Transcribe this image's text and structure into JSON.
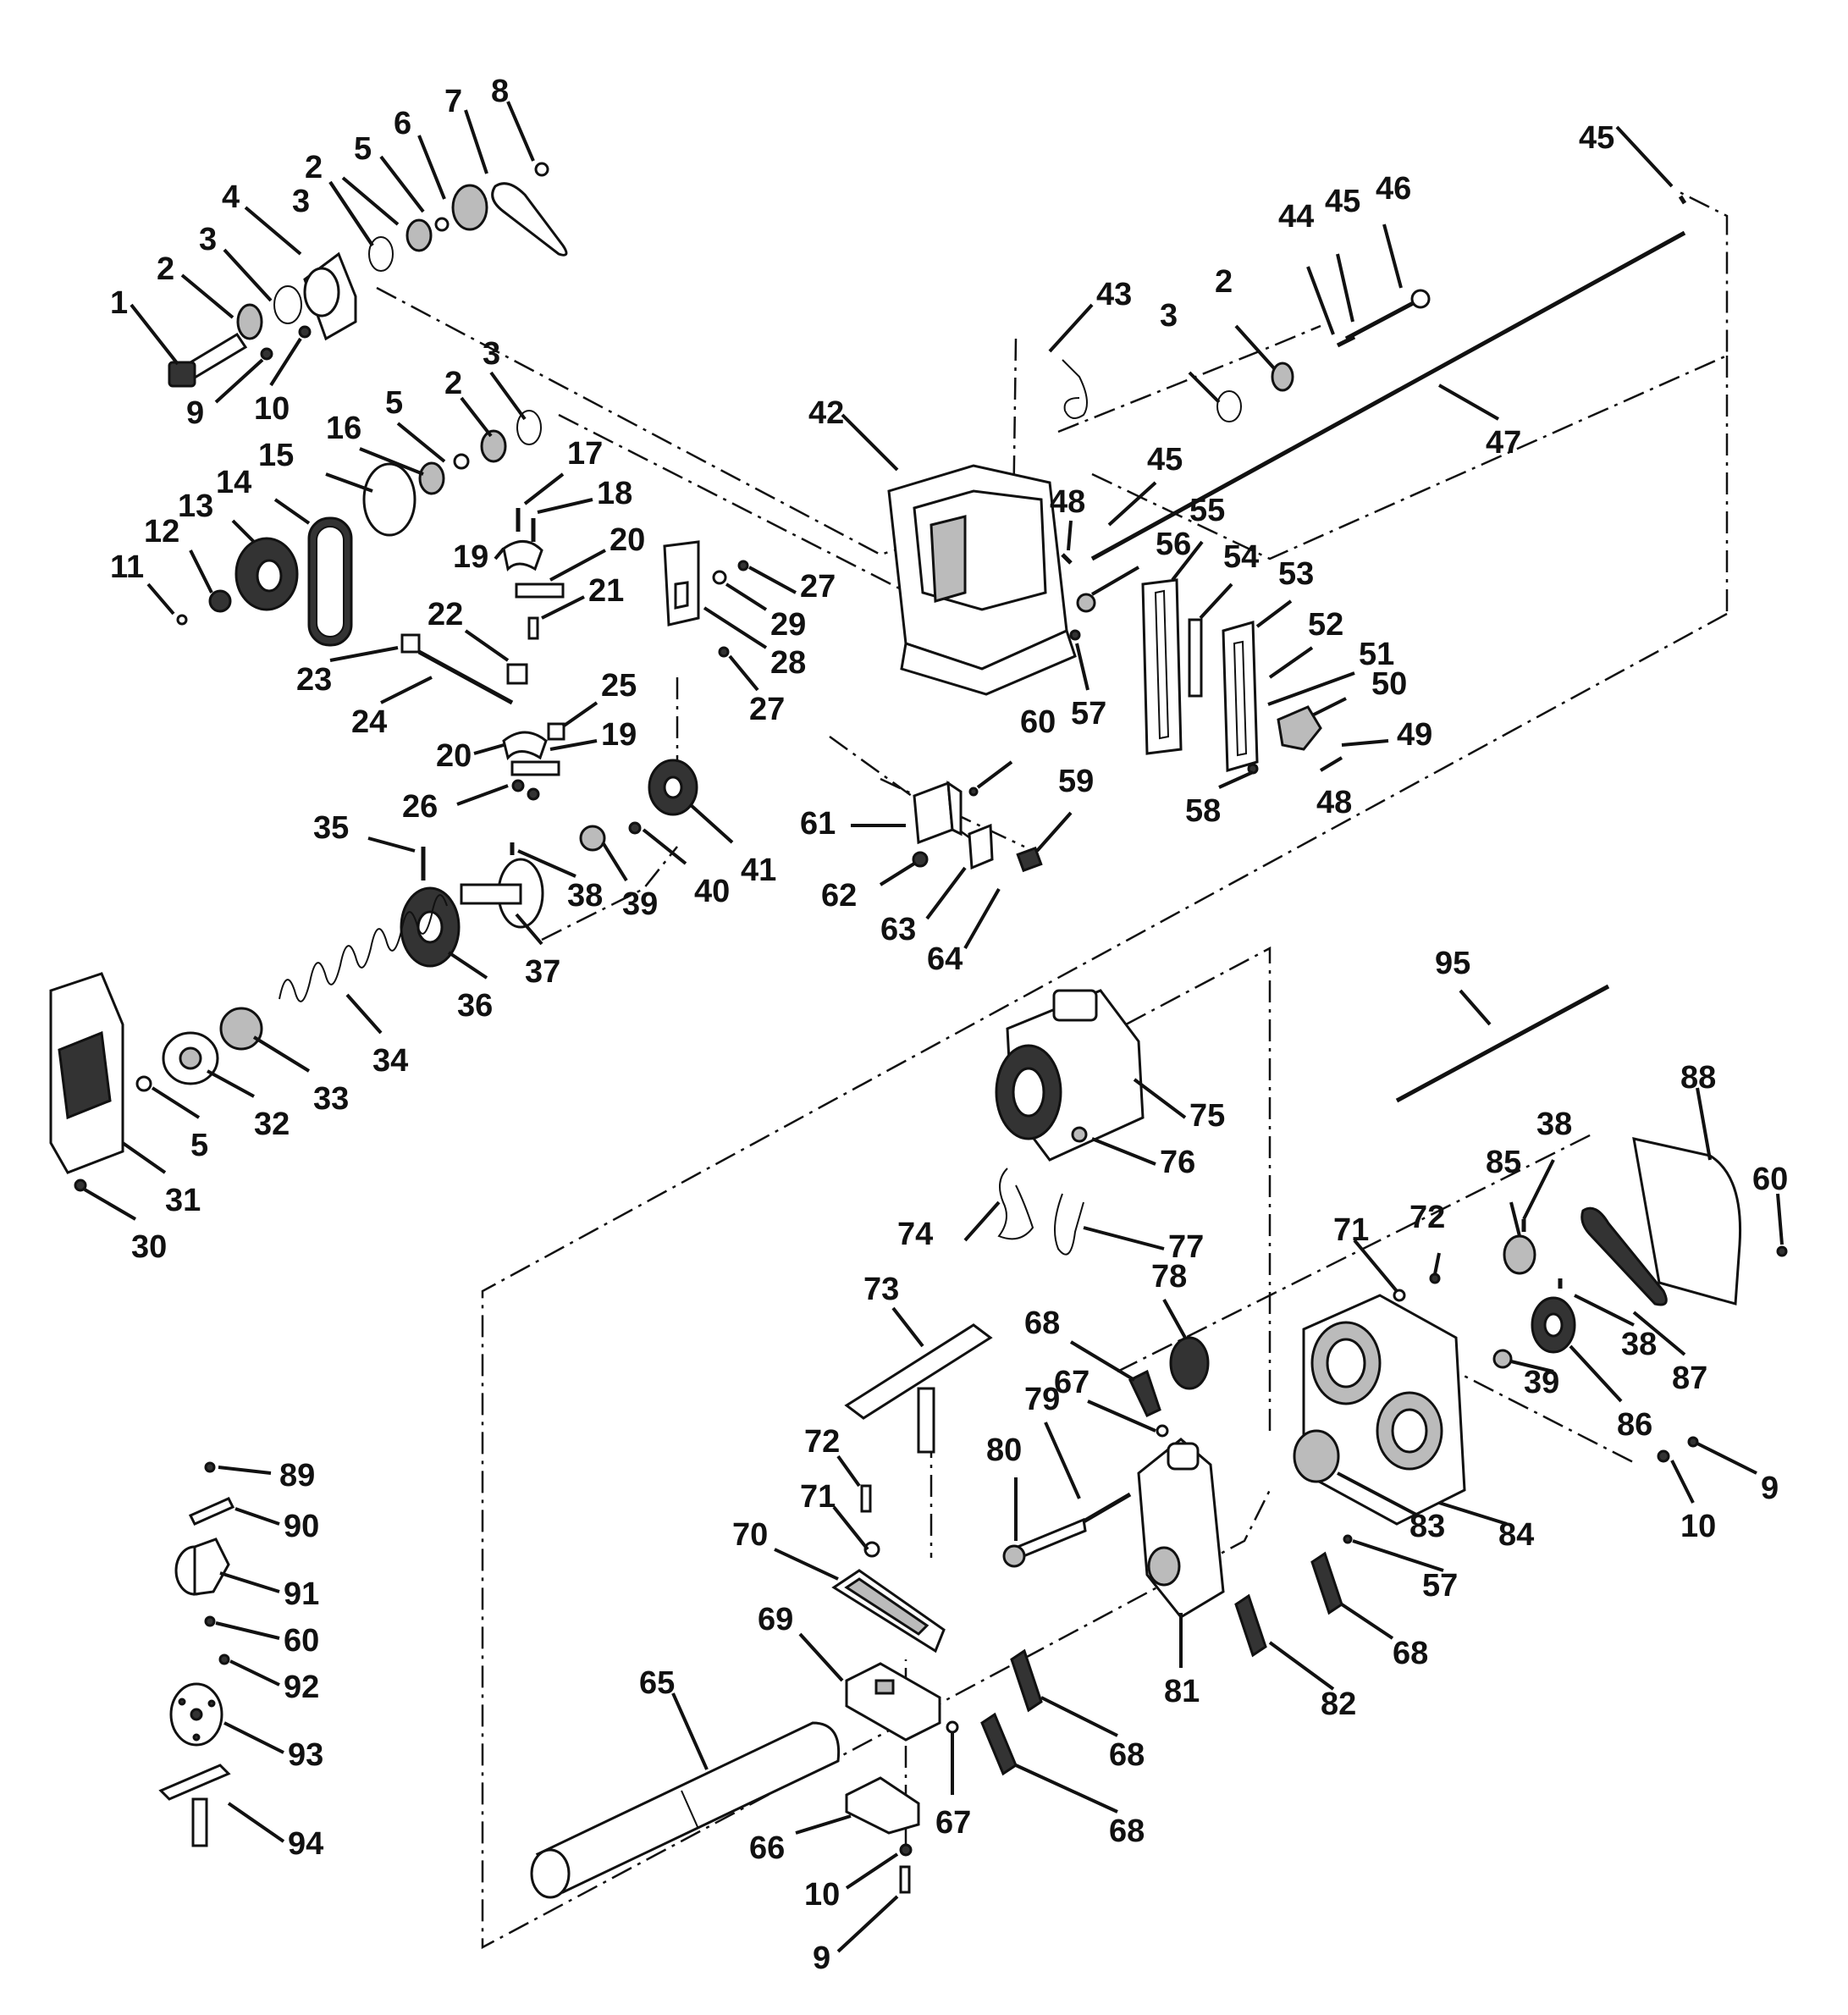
{
  "diagram": {
    "labels": [
      {
        "id": "l1",
        "text": "1"
      },
      {
        "id": "l2a",
        "text": "2"
      },
      {
        "id": "l3a",
        "text": "3"
      },
      {
        "id": "l4",
        "text": "4"
      },
      {
        "id": "l3b",
        "text": "3"
      },
      {
        "id": "l2b",
        "text": "2"
      },
      {
        "id": "l5a",
        "text": "5"
      },
      {
        "id": "l6",
        "text": "6"
      },
      {
        "id": "l7",
        "text": "7"
      },
      {
        "id": "l8",
        "text": "8"
      },
      {
        "id": "l9a",
        "text": "9"
      },
      {
        "id": "l10a",
        "text": "10"
      },
      {
        "id": "l3c",
        "text": "3"
      },
      {
        "id": "l2c",
        "text": "2"
      },
      {
        "id": "l5b",
        "text": "5"
      },
      {
        "id": "l16",
        "text": "16"
      },
      {
        "id": "l15",
        "text": "15"
      },
      {
        "id": "l14",
        "text": "14"
      },
      {
        "id": "l13",
        "text": "13"
      },
      {
        "id": "l12",
        "text": "12"
      },
      {
        "id": "l11",
        "text": "11"
      },
      {
        "id": "l17",
        "text": "17"
      },
      {
        "id": "l18",
        "text": "18"
      },
      {
        "id": "l19a",
        "text": "19"
      },
      {
        "id": "l20a",
        "text": "20"
      },
      {
        "id": "l21",
        "text": "21"
      },
      {
        "id": "l22",
        "text": "22"
      },
      {
        "id": "l23",
        "text": "23"
      },
      {
        "id": "l24",
        "text": "24"
      },
      {
        "id": "l25",
        "text": "25"
      },
      {
        "id": "l19b",
        "text": "19"
      },
      {
        "id": "l20b",
        "text": "20"
      },
      {
        "id": "l26",
        "text": "26"
      },
      {
        "id": "l27a",
        "text": "27"
      },
      {
        "id": "l29",
        "text": "29"
      },
      {
        "id": "l28",
        "text": "28"
      },
      {
        "id": "l27b",
        "text": "27"
      },
      {
        "id": "l35",
        "text": "35"
      },
      {
        "id": "l38a",
        "text": "38"
      },
      {
        "id": "l39a",
        "text": "39"
      },
      {
        "id": "l40",
        "text": "40"
      },
      {
        "id": "l41",
        "text": "41"
      },
      {
        "id": "l37",
        "text": "37"
      },
      {
        "id": "l36",
        "text": "36"
      },
      {
        "id": "l34",
        "text": "34"
      },
      {
        "id": "l33",
        "text": "33"
      },
      {
        "id": "l32",
        "text": "32"
      },
      {
        "id": "l5c",
        "text": "5"
      },
      {
        "id": "l31",
        "text": "31"
      },
      {
        "id": "l30",
        "text": "30"
      },
      {
        "id": "l42",
        "text": "42"
      },
      {
        "id": "l43",
        "text": "43"
      },
      {
        "id": "l3d",
        "text": "3"
      },
      {
        "id": "l2d",
        "text": "2"
      },
      {
        "id": "l44",
        "text": "44"
      },
      {
        "id": "l45a",
        "text": "45"
      },
      {
        "id": "l46",
        "text": "46"
      },
      {
        "id": "l45b",
        "text": "45"
      },
      {
        "id": "l47",
        "text": "47"
      },
      {
        "id": "l45c",
        "text": "45"
      },
      {
        "id": "l48a",
        "text": "48"
      },
      {
        "id": "l55",
        "text": "55"
      },
      {
        "id": "l56",
        "text": "56"
      },
      {
        "id": "l54",
        "text": "54"
      },
      {
        "id": "l53",
        "text": "53"
      },
      {
        "id": "l52",
        "text": "52"
      },
      {
        "id": "l51",
        "text": "51"
      },
      {
        "id": "l50",
        "text": "50"
      },
      {
        "id": "l49",
        "text": "49"
      },
      {
        "id": "l48b",
        "text": "48"
      },
      {
        "id": "l58",
        "text": "58"
      },
      {
        "id": "l57a",
        "text": "57"
      },
      {
        "id": "l60a",
        "text": "60"
      },
      {
        "id": "l59",
        "text": "59"
      },
      {
        "id": "l61",
        "text": "61"
      },
      {
        "id": "l62",
        "text": "62"
      },
      {
        "id": "l63",
        "text": "63"
      },
      {
        "id": "l64",
        "text": "64"
      },
      {
        "id": "l95",
        "text": "95"
      },
      {
        "id": "l75",
        "text": "75"
      },
      {
        "id": "l76",
        "text": "76"
      },
      {
        "id": "l74",
        "text": "74"
      },
      {
        "id": "l77",
        "text": "77"
      },
      {
        "id": "l88",
        "text": "88"
      },
      {
        "id": "l38b",
        "text": "38"
      },
      {
        "id": "l85",
        "text": "85"
      },
      {
        "id": "l72a",
        "text": "72"
      },
      {
        "id": "l71a",
        "text": "71"
      },
      {
        "id": "l60b",
        "text": "60"
      },
      {
        "id": "l78",
        "text": "78"
      },
      {
        "id": "l73",
        "text": "73"
      },
      {
        "id": "l68a",
        "text": "68"
      },
      {
        "id": "l67a",
        "text": "67"
      },
      {
        "id": "l38c",
        "text": "38"
      },
      {
        "id": "l87",
        "text": "87"
      },
      {
        "id": "l39b",
        "text": "39"
      },
      {
        "id": "l86",
        "text": "86"
      },
      {
        "id": "l9b",
        "text": "9"
      },
      {
        "id": "l10b",
        "text": "10"
      },
      {
        "id": "l72b",
        "text": "72"
      },
      {
        "id": "l79",
        "text": "79"
      },
      {
        "id": "l80",
        "text": "80"
      },
      {
        "id": "l71b",
        "text": "71"
      },
      {
        "id": "l70",
        "text": "70"
      },
      {
        "id": "l83",
        "text": "83"
      },
      {
        "id": "l84",
        "text": "84"
      },
      {
        "id": "l57b",
        "text": "57"
      },
      {
        "id": "l81",
        "text": "81"
      },
      {
        "id": "l68b",
        "text": "68"
      },
      {
        "id": "l82",
        "text": "82"
      },
      {
        "id": "l69",
        "text": "69"
      },
      {
        "id": "l68c",
        "text": "68"
      },
      {
        "id": "l65",
        "text": "65"
      },
      {
        "id": "l68d",
        "text": "68"
      },
      {
        "id": "l67b",
        "text": "67"
      },
      {
        "id": "l66",
        "text": "66"
      },
      {
        "id": "l10c",
        "text": "10"
      },
      {
        "id": "l9c",
        "text": "9"
      },
      {
        "id": "l89",
        "text": "89"
      },
      {
        "id": "l90",
        "text": "90"
      },
      {
        "id": "l91",
        "text": "91"
      },
      {
        "id": "l60c",
        "text": "60"
      },
      {
        "id": "l92",
        "text": "92"
      },
      {
        "id": "l93",
        "text": "93"
      },
      {
        "id": "l94",
        "text": "94"
      }
    ]
  }
}
